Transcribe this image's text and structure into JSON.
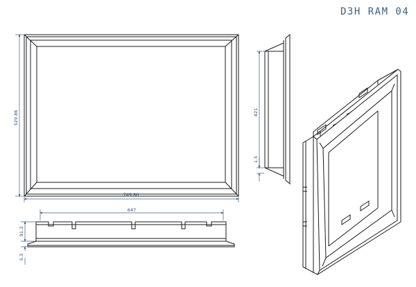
{
  "drawing": {
    "title": "D3H RAM 04",
    "colors": {
      "line": "#1a1a1a",
      "dimension": "#3a5f86",
      "background": "#ffffff"
    }
  },
  "dimensions": {
    "front_height": "529.86",
    "front_width": "749.86",
    "side_height": "421",
    "side_small": "1.5",
    "top_width": "647",
    "top_height": "91.3",
    "top_small": "5.3"
  }
}
